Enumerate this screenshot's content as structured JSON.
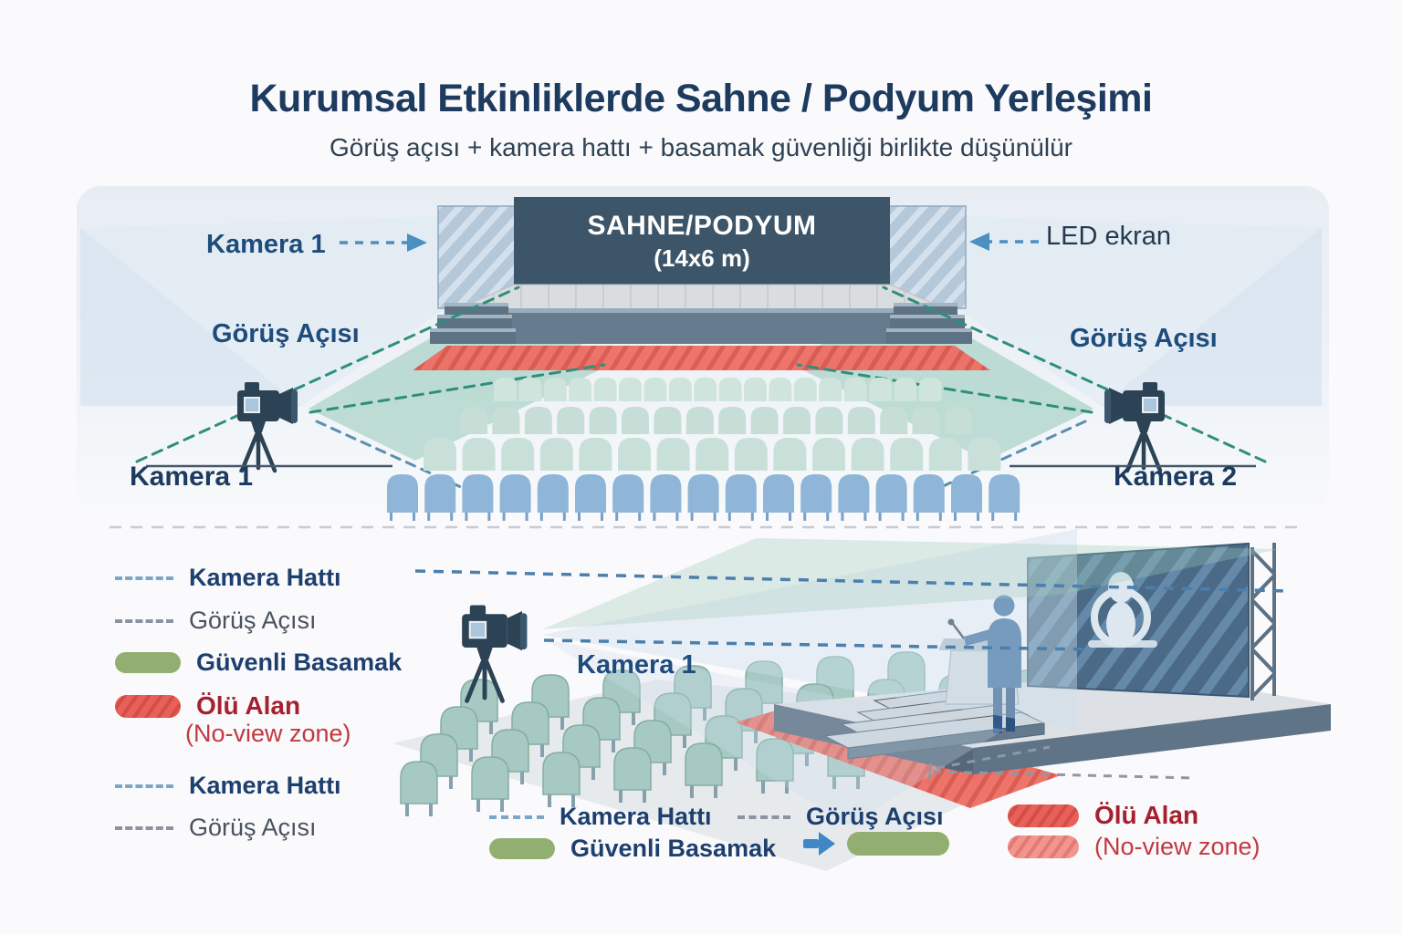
{
  "title": "Kurumsal Etkinliklerde Sahne / Podyum Yerleşimi",
  "subtitle": "Görüş açısı + kamera hattı + basamak güvenliği birlikte düşünülür",
  "colors": {
    "accent_navy": "#1d3a5f",
    "label_blue": "#1e4c7c",
    "arrow_blue": "#4b8fc3",
    "safe_green": "#93ae71",
    "dead_zone_red": "#e96059",
    "dead_zone_text_red": "#a6202f",
    "stage_backdrop": "#3d5568",
    "view_cone_teal": "#7fbfa9",
    "view_cone_blue": "#cddfec"
  },
  "top_diagram": {
    "camera1_pointer_label": "Kamera 1",
    "led_screen_label": "LED ekran",
    "view_angle_left_label": "Görüş Açısı",
    "view_angle_right_label": "Görüş Açısı",
    "stage_label": "SAHNE/PODYUM",
    "stage_size": "(14x6 m)",
    "camera1_label": "Kamera 1",
    "camera2_label": "Kamera 2"
  },
  "bottom_scene": {
    "camera1_label": "Kamera 1"
  },
  "legend_left": {
    "items": [
      {
        "label": "Kamera Hattı",
        "swatch": "dashed-blue"
      },
      {
        "label": "Görüş Açısı",
        "swatch": "dashed-gray"
      },
      {
        "label": "Güvenli Basamak",
        "swatch": "green"
      },
      {
        "label": "Ölü Alan",
        "sublabel": "(No-view zone)",
        "swatch": "red-hatched"
      },
      {
        "label": "Kamera Hattı",
        "swatch": "dashed-blue"
      },
      {
        "label": "Görüş Açısı",
        "swatch": "dashed-gray"
      }
    ]
  },
  "legend_bottom": {
    "kamera_hatti": "Kamera Hattı",
    "guvenli_basamak": "Güvenli Basamak",
    "gorus_acisi": "Görüş Açısı",
    "olu_alan": "Ölü Alan",
    "no_view_zone": "(No-view zone)"
  }
}
